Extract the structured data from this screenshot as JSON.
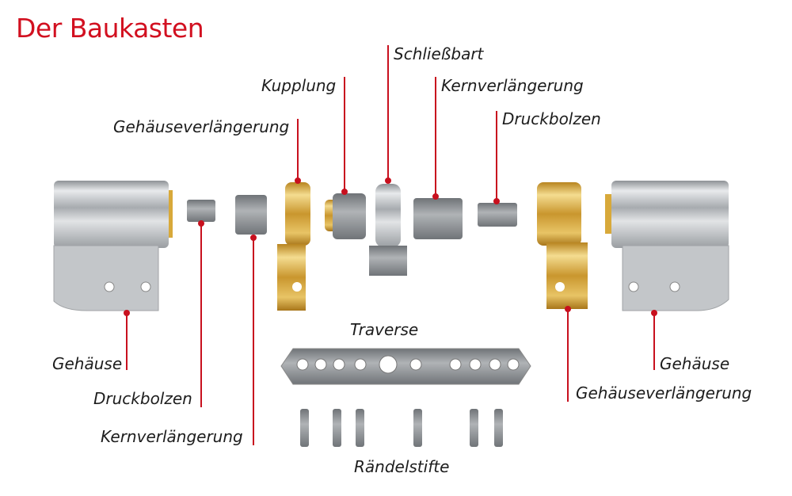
{
  "title": "Der Baukasten",
  "labels": {
    "schliessbart": "Schließbart",
    "kupplung": "Kupplung",
    "kernverlaengerung_top": "Kernverlängerung",
    "druckbolzen_top": "Druckbolzen",
    "gehaeuseverlaengerung_top": "Gehäuseverlängerung",
    "gehaeuse_left": "Gehäuse",
    "druckbolzen_bottom": "Druckbolzen",
    "kernverlaengerung_bottom": "Kernverlängerung",
    "traverse": "Traverse",
    "raendelstifte": "Rändelstifte",
    "gehaeuseverlaengerung_right": "Gehäuseverlängerung",
    "gehaeuse_right": "Gehäuse"
  },
  "colors": {
    "accent": "#d21020",
    "steel": "#b9bcbf",
    "brass": "#d8a93a"
  }
}
